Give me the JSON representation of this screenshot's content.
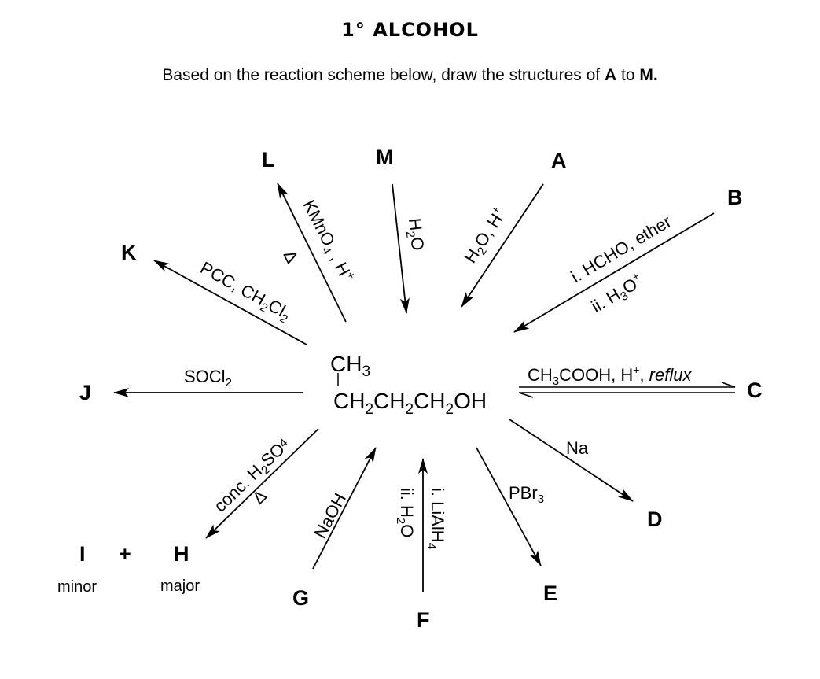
{
  "header": {
    "title": "1° ALCOHOL",
    "instruction_prefix": "Based on the reaction scheme below, draw the structures of ",
    "instruction_start": "A",
    "instruction_mid": " to ",
    "instruction_end": "M."
  },
  "center_molecule": {
    "branch": "CH",
    "branch_sub": "3",
    "chain_parts": [
      "CH",
      "2",
      "CH",
      "2",
      "CH",
      "2",
      "OH"
    ]
  },
  "products": {
    "A": "A",
    "B": "B",
    "C": "C",
    "D": "D",
    "E": "E",
    "F": "F",
    "G": "G",
    "H": "H",
    "I": "I",
    "J": "J",
    "K": "K",
    "L": "L",
    "M": "M",
    "plus": "+",
    "I_note": "minor",
    "H_note": "major"
  },
  "reagents": {
    "A": {
      "p1": "H",
      "s1": "2",
      "p2": "O, H",
      "sup": "+"
    },
    "B": {
      "line1": "i. HCHO, ether",
      "line2_p": "ii. H",
      "line2_s": "3",
      "line2_o": "O",
      "line2_sup": "+"
    },
    "C": {
      "p1": "CH",
      "s1": "3",
      "p2": "COOH, H",
      "sup": "+",
      "p3": ", ",
      "italic": "reflux"
    },
    "D": {
      "text": "Na"
    },
    "E": {
      "p1": "PBr",
      "s1": "3"
    },
    "F": {
      "line1_p": "i. LiAlH",
      "line1_s": "4",
      "line2_p": "ii. H",
      "line2_s": "2",
      "line2_o": "O"
    },
    "G": {
      "text": "NaOH"
    },
    "H": {
      "p1": "conc. H",
      "s1": "2",
      "p2": "SO",
      "s2": "4",
      "heat": "Δ"
    },
    "J": {
      "p1": "SOCl",
      "s1": "2"
    },
    "K": {
      "p1": "PCC, CH",
      "s1": "2",
      "p2": "Cl",
      "s2": "2"
    },
    "L": {
      "p1": "KMnO",
      "s1": "4",
      "p2": " , H",
      "sup": "+",
      "heat": "Δ"
    },
    "M": {
      "p1": "H",
      "s1": "2",
      "p2": "O"
    }
  }
}
